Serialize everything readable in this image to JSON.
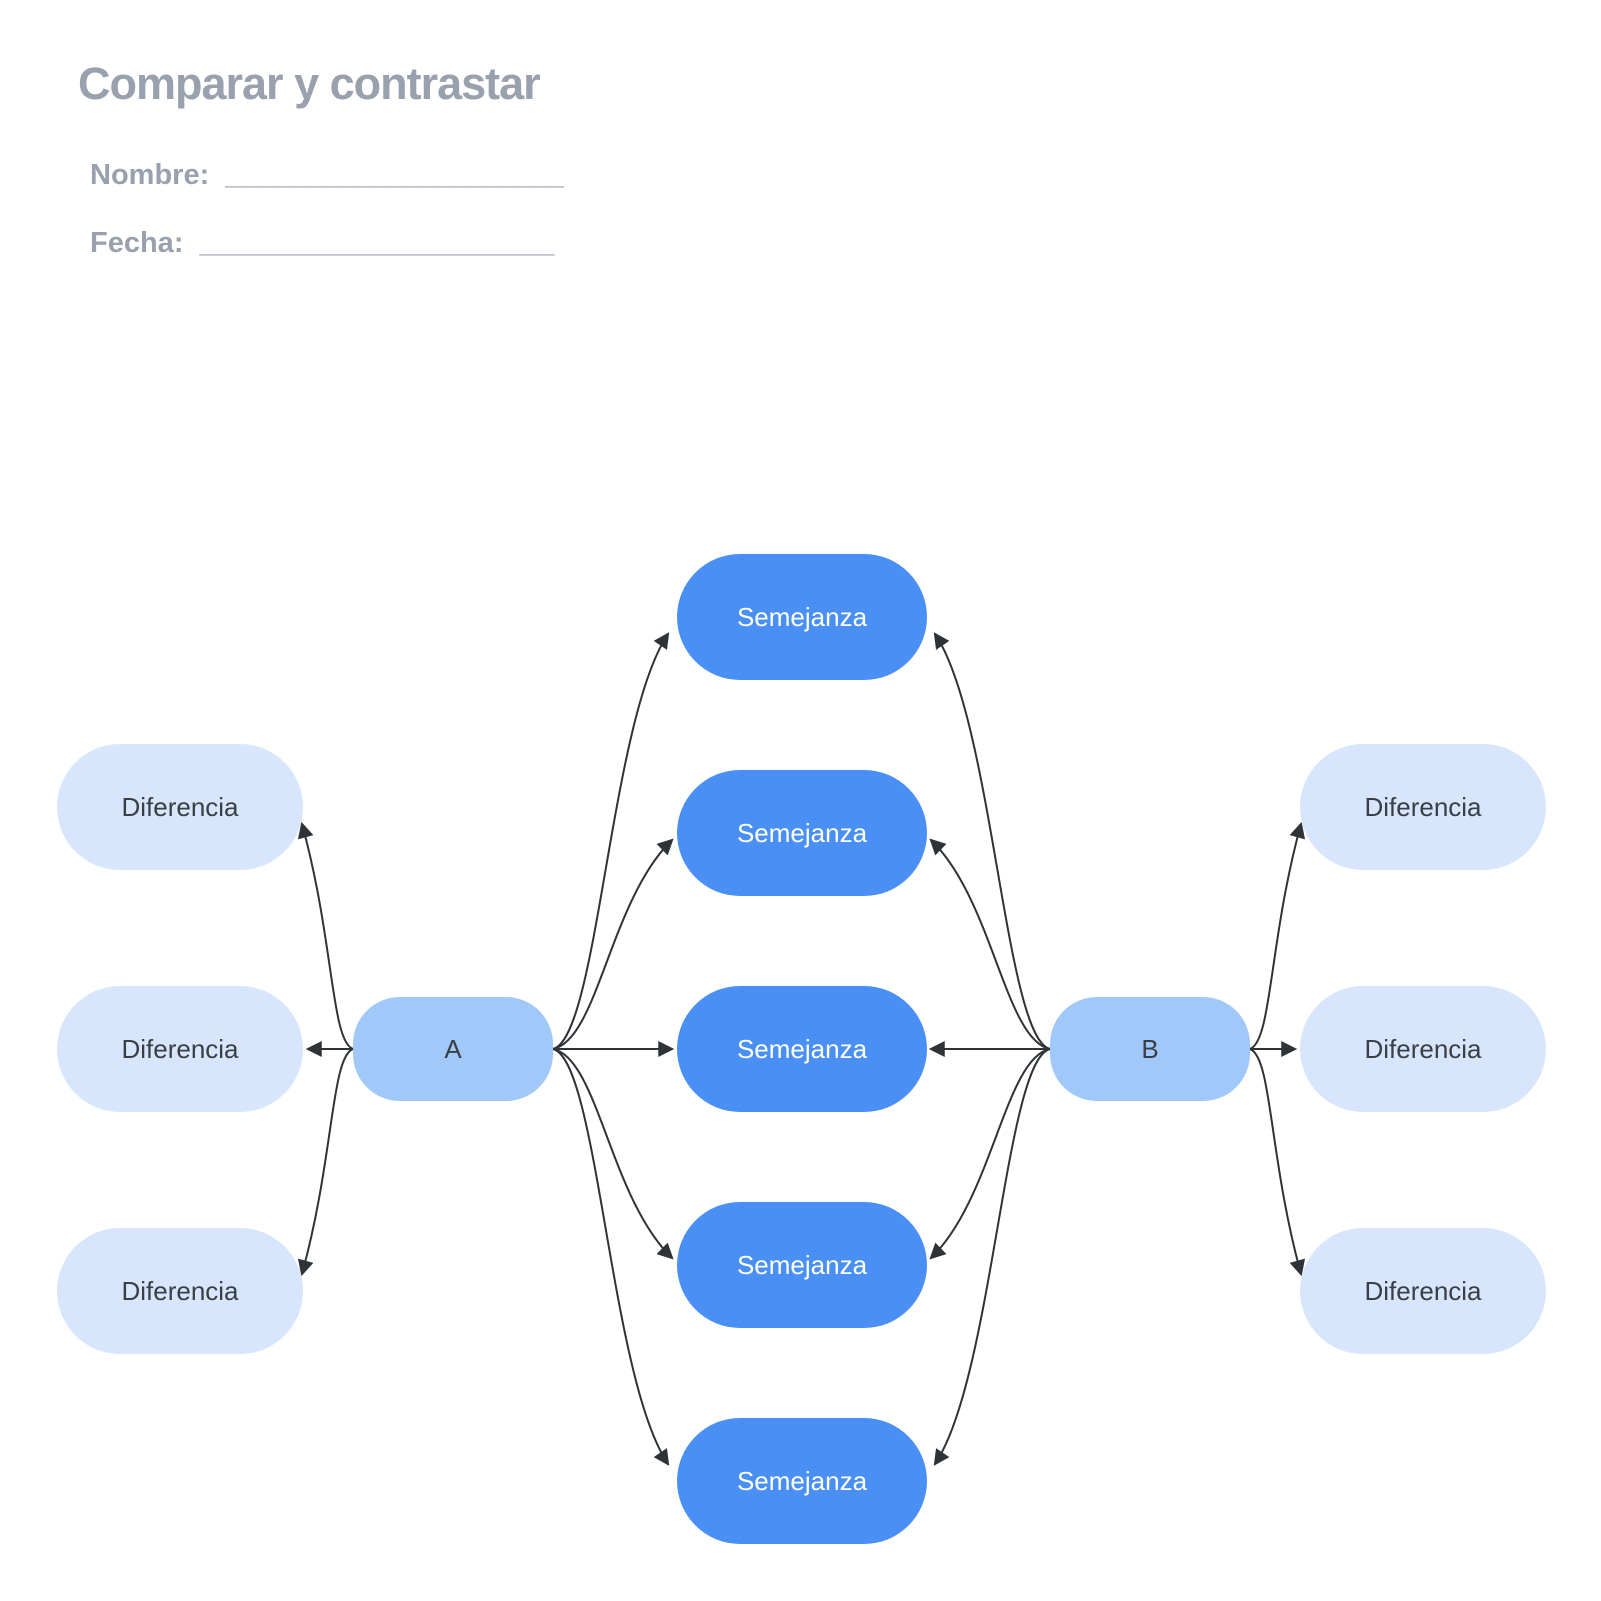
{
  "header": {
    "title": "Comparar y contrastar",
    "name_label": "Nombre:",
    "name_blank": "_____________________",
    "date_label": "Fecha:",
    "date_blank": "______________________"
  },
  "diagram": {
    "node_a": {
      "label": "A"
    },
    "node_b": {
      "label": "B"
    },
    "similarities": [
      {
        "label": "Semejanza"
      },
      {
        "label": "Semejanza"
      },
      {
        "label": "Semejanza"
      },
      {
        "label": "Semejanza"
      },
      {
        "label": "Semejanza"
      }
    ],
    "differences_left": [
      {
        "label": "Diferencia"
      },
      {
        "label": "Diferencia"
      },
      {
        "label": "Diferencia"
      }
    ],
    "differences_right": [
      {
        "label": "Diferencia"
      },
      {
        "label": "Diferencia"
      },
      {
        "label": "Diferencia"
      }
    ],
    "colors": {
      "similarity_fill": "#4A90F4",
      "similarity_text": "#FFFFFF",
      "ab_fill": "#A0C9FA",
      "difference_fill": "#D7E6FC",
      "dark_text": "#3A3F45",
      "connector": "#2F3337",
      "heading_text": "#99A1AF"
    }
  }
}
